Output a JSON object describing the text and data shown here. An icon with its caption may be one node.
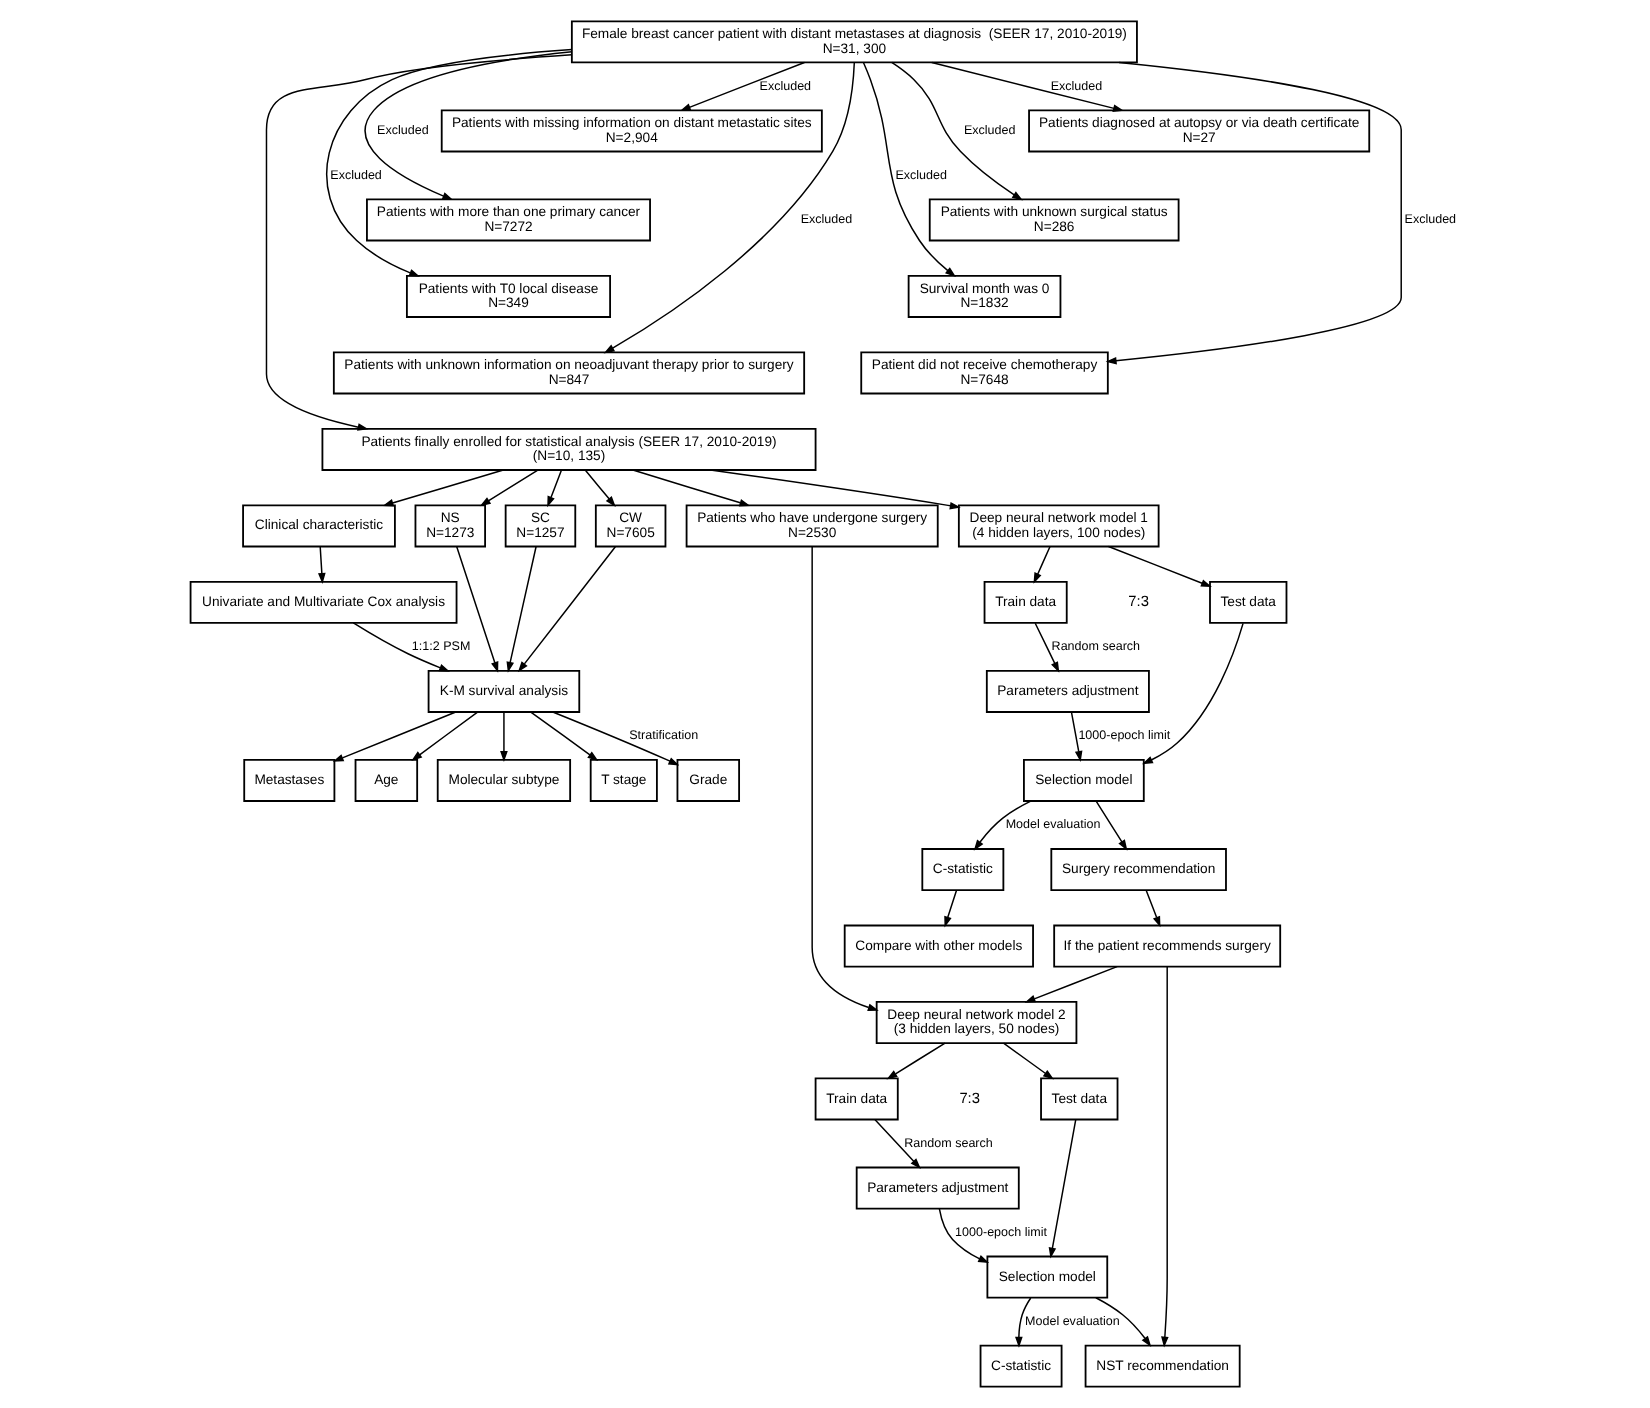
{
  "diagram": {
    "nodes": [
      {
        "text": [
          "Female breast cancer patient with distant metastases at diagnosis  (SEER 17, 2010-2019)",
          "N=31, 300"
        ]
      },
      {
        "text": [
          "Patients with missing information on distant metastatic sites",
          "N=2,904"
        ]
      },
      {
        "text": [
          "Patients diagnosed at autopsy or via death certificate",
          "N=27"
        ]
      },
      {
        "text": [
          "Patients with more than one primary cancer",
          "N=7272"
        ]
      },
      {
        "text": [
          "Patients with unknown surgical status",
          "N=286"
        ]
      },
      {
        "text": [
          "Patients with T0 local disease",
          "N=349"
        ]
      },
      {
        "text": [
          "Survival month was 0",
          "N=1832"
        ]
      },
      {
        "text": [
          "Patients with unknown information on neoadjuvant therapy prior to surgery",
          "N=847"
        ]
      },
      {
        "text": [
          "Patient did not receive chemotherapy",
          "N=7648"
        ]
      },
      {
        "text": [
          "Patients finally enrolled for statistical analysis (SEER 17, 2010-2019)",
          "(N=10, 135)"
        ]
      },
      {
        "text": [
          "NS",
          "N=1273"
        ]
      },
      {
        "text": [
          "SC",
          "N=1257"
        ]
      },
      {
        "text": [
          "CW",
          "N=7605"
        ]
      },
      {
        "text": [
          "Clinical characteristic"
        ]
      },
      {
        "text": [
          "Deep neural network model 1",
          "(4 hidden layers, 100 nodes)"
        ]
      },
      {
        "text": [
          "Patients who have undergone surgery",
          "N=2530"
        ]
      },
      {
        "text": [
          "Univariate and Multivariate Cox analysis"
        ]
      },
      {
        "text": [
          "K-M survival analysis"
        ]
      },
      {
        "text": [
          "Molecular subtype"
        ]
      },
      {
        "text": [
          "T stage"
        ]
      },
      {
        "text": [
          "Grade"
        ]
      },
      {
        "text": [
          "Metastases"
        ]
      },
      {
        "text": [
          "Age"
        ]
      },
      {
        "text": [
          "Train data"
        ]
      },
      {
        "text": [
          "Test data"
        ]
      },
      {
        "text": [
          "Parameters adjustment"
        ]
      },
      {
        "text": [
          "Selection model"
        ]
      },
      {
        "text": [
          "C-statistic"
        ]
      },
      {
        "text": [
          "Surgery recommendation"
        ]
      },
      {
        "text": [
          "Compare with other models"
        ]
      },
      {
        "text": [
          "If the patient recommends surgery"
        ]
      },
      {
        "text": [
          "Deep neural network model 2",
          "(3 hidden layers, 50 nodes)"
        ]
      },
      {
        "text": [
          "Train data"
        ]
      },
      {
        "text": [
          "Test data"
        ]
      },
      {
        "text": [
          "Parameters adjustment"
        ]
      },
      {
        "text": [
          "Selection model"
        ]
      },
      {
        "text": [
          "C-statistic"
        ]
      },
      {
        "text": [
          "NST recommendation"
        ]
      }
    ],
    "edges": [
      {
        "from": 0,
        "to": 9,
        "arrow": "to"
      },
      {
        "from": 0,
        "to": 1,
        "arrow": "to",
        "label": "Excluded"
      },
      {
        "from": 0,
        "to": 2,
        "arrow": "to",
        "label": "Excluded"
      },
      {
        "from": 0,
        "to": 3,
        "arrow": "to",
        "label": "Excluded"
      },
      {
        "from": 0,
        "to": 4,
        "arrow": "to",
        "label": "Excluded"
      },
      {
        "from": 0,
        "to": 5,
        "arrow": "to",
        "label": "Excluded"
      },
      {
        "from": 0,
        "to": 6,
        "arrow": "to",
        "label": "Excluded"
      },
      {
        "from": 0,
        "to": 7,
        "arrow": "to",
        "label": "Excluded"
      },
      {
        "from": 0,
        "to": 8,
        "arrow": "to",
        "label": "Excluded"
      },
      {
        "from": 9,
        "to": 10,
        "arrow": "to"
      },
      {
        "from": 9,
        "to": 11,
        "arrow": "to"
      },
      {
        "from": 9,
        "to": 12,
        "arrow": "to"
      },
      {
        "from": 9,
        "to": 13,
        "arrow": "to"
      },
      {
        "from": 9,
        "to": 14,
        "arrow": "to"
      },
      {
        "from": 9,
        "to": 15,
        "arrow": "to"
      },
      {
        "from": 10,
        "to": 17,
        "arrow": "to"
      },
      {
        "from": 11,
        "to": 17,
        "arrow": "to"
      },
      {
        "from": 12,
        "to": 17,
        "arrow": "to"
      },
      {
        "from": 13,
        "to": 16,
        "arrow": "to"
      },
      {
        "from": 16,
        "to": 17,
        "arrow": "to",
        "label": "1:1:2 PSM"
      },
      {
        "from": 17,
        "to": 18,
        "arrow": "to"
      },
      {
        "from": 17,
        "to": 19,
        "arrow": "to"
      },
      {
        "from": 17,
        "to": 20,
        "arrow": "to",
        "label": "Stratification"
      },
      {
        "from": 17,
        "to": 21,
        "arrow": "to"
      },
      {
        "from": 17,
        "to": 22,
        "arrow": "to"
      },
      {
        "from": 14,
        "to": 23,
        "arrow": "to"
      },
      {
        "from": 14,
        "to": 24,
        "arrow": "to"
      },
      {
        "from": 23,
        "to": 25,
        "arrow": "to",
        "label": "Random search"
      },
      {
        "from": 25,
        "to": 26,
        "arrow": "to",
        "label": "1000-epoch limit"
      },
      {
        "from": 24,
        "to": 26,
        "arrow": "to"
      },
      {
        "from": 26,
        "to": 27,
        "arrow": "to",
        "label": "Model evaluation"
      },
      {
        "from": 26,
        "to": 28,
        "arrow": "to"
      },
      {
        "from": 27,
        "to": 29,
        "arrow": "to"
      },
      {
        "from": 28,
        "to": 30,
        "arrow": "to"
      },
      {
        "from": 30,
        "to": 31,
        "arrow": "to"
      },
      {
        "from": 30,
        "to": 37,
        "arrow": "to"
      },
      {
        "from": 15,
        "to": 31,
        "arrow": "to"
      },
      {
        "from": 31,
        "to": 32,
        "arrow": "to"
      },
      {
        "from": 31,
        "to": 33,
        "arrow": "to"
      },
      {
        "from": 32,
        "to": 34,
        "arrow": "to",
        "label": "Random search"
      },
      {
        "from": 34,
        "to": 35,
        "arrow": "to",
        "label": "1000-epoch limit"
      },
      {
        "from": 33,
        "to": 35,
        "arrow": "to"
      },
      {
        "from": 35,
        "to": 36,
        "arrow": "to",
        "label": "Model evaluation"
      },
      {
        "from": 35,
        "to": 37,
        "arrow": "to"
      }
    ],
    "labels": [
      "7:3",
      "7:3"
    ]
  }
}
